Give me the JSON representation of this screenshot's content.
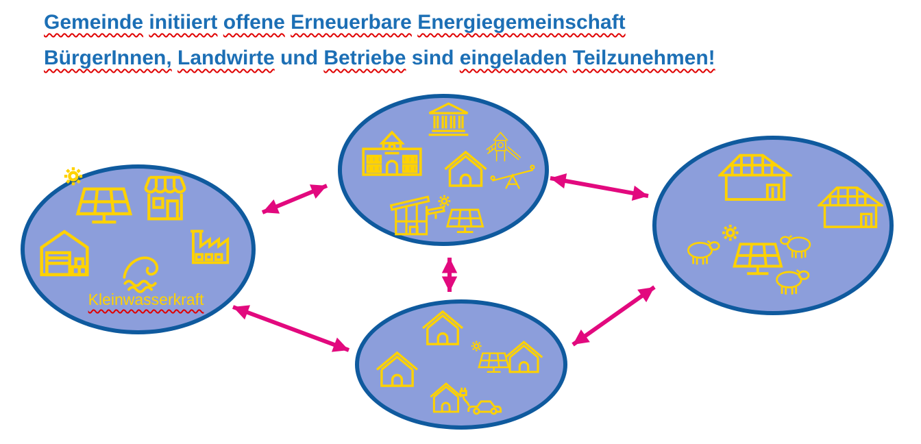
{
  "title": {
    "line1": "Gemeinde initiiert offene Erneuerbare Energiegemeinschaft",
    "line2": "BürgerInnen, Landwirte und Betriebe sind eingeladen Teilzunehmen!",
    "flagged_words": [
      "Gemeinde",
      "initiiert",
      "offene",
      "Erneuerbare",
      "Energiegemeinschaft",
      "BürgerInnen,",
      "Landwirte",
      "Betriebe",
      "eingeladen",
      "Teilzunehmen!",
      "Kleinwasserkraft"
    ]
  },
  "groups": {
    "businesses": {
      "caption": "Kleinwasserkraft",
      "icons": [
        "solar-panel-sun-icon",
        "shop-icon",
        "warehouse-icon",
        "wave-icon",
        "factory-icon"
      ]
    },
    "public_buildings": {
      "icons": [
        "school-icon",
        "bank-icon",
        "playground-icon",
        "house-icon",
        "seesaw-icon",
        "eco-building-with-solar-icon",
        "solar-panel-sun-icon"
      ]
    },
    "farm": {
      "icons": [
        "barn-with-solar-roof-icon",
        "house-with-solar-roof-icon",
        "sheep-icon",
        "solar-panel-sun-icon",
        "sheep-icon",
        "sheep-icon"
      ]
    },
    "households": {
      "icons": [
        "house-icon",
        "house-icon",
        "solar-panel-sun-icon",
        "house-icon",
        "house-with-ev-charger-and-car-icon"
      ]
    }
  },
  "connections": [
    {
      "from": "businesses",
      "to": "public_buildings"
    },
    {
      "from": "public_buildings",
      "to": "farm"
    },
    {
      "from": "public_buildings",
      "to": "households"
    },
    {
      "from": "businesses",
      "to": "households"
    },
    {
      "from": "households",
      "to": "farm"
    }
  ],
  "colors": {
    "title_text": "#1C6FB5",
    "spellcheck_underline": "#E00000",
    "ellipse_fill": "#8C9EDB",
    "ellipse_border": "#0F5A9E",
    "icon_yellow": "#FFD200",
    "arrow_magenta": "#E2097E",
    "background": "#FFFFFF"
  }
}
